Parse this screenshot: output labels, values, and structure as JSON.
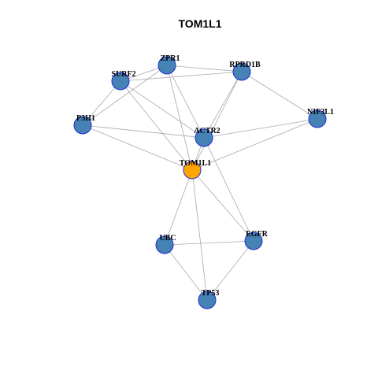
{
  "graph": {
    "title": "TOM1L1",
    "colors": {
      "node_fill": "#4682b4",
      "center_fill": "#ffa500",
      "node_border": "#1f2fd0",
      "edge": "#a9a9a9"
    },
    "nodes": [
      {
        "id": "ZPR1",
        "label": "ZPR1",
        "center": false
      },
      {
        "id": "SURF2",
        "label": "SURF2",
        "center": false
      },
      {
        "id": "RPRD1B",
        "label": "RPRD1B",
        "center": false
      },
      {
        "id": "P3H1",
        "label": "P3H1",
        "center": false
      },
      {
        "id": "NIF3L1",
        "label": "NIF3L1",
        "center": false
      },
      {
        "id": "ACTR2",
        "label": "ACTR2",
        "center": false
      },
      {
        "id": "TOM1L1",
        "label": "TOM1L1",
        "center": true
      },
      {
        "id": "UBC",
        "label": "UBC",
        "center": false
      },
      {
        "id": "EGFR",
        "label": "EGFR",
        "center": false
      },
      {
        "id": "TP53",
        "label": "TP53",
        "center": false
      }
    ],
    "edges": [
      [
        "ZPR1",
        "SURF2"
      ],
      [
        "ZPR1",
        "RPRD1B"
      ],
      [
        "ZPR1",
        "P3H1"
      ],
      [
        "ZPR1",
        "ACTR2"
      ],
      [
        "ZPR1",
        "TOM1L1"
      ],
      [
        "SURF2",
        "RPRD1B"
      ],
      [
        "SURF2",
        "P3H1"
      ],
      [
        "SURF2",
        "ACTR2"
      ],
      [
        "SURF2",
        "TOM1L1"
      ],
      [
        "RPRD1B",
        "ACTR2"
      ],
      [
        "RPRD1B",
        "TOM1L1"
      ],
      [
        "RPRD1B",
        "NIF3L1"
      ],
      [
        "P3H1",
        "ACTR2"
      ],
      [
        "P3H1",
        "TOM1L1"
      ],
      [
        "NIF3L1",
        "ACTR2"
      ],
      [
        "NIF3L1",
        "TOM1L1"
      ],
      [
        "ACTR2",
        "TOM1L1"
      ],
      [
        "ACTR2",
        "EGFR"
      ],
      [
        "TOM1L1",
        "UBC"
      ],
      [
        "TOM1L1",
        "EGFR"
      ],
      [
        "TOM1L1",
        "TP53"
      ],
      [
        "UBC",
        "EGFR"
      ],
      [
        "UBC",
        "TP53"
      ],
      [
        "EGFR",
        "TP53"
      ]
    ]
  }
}
